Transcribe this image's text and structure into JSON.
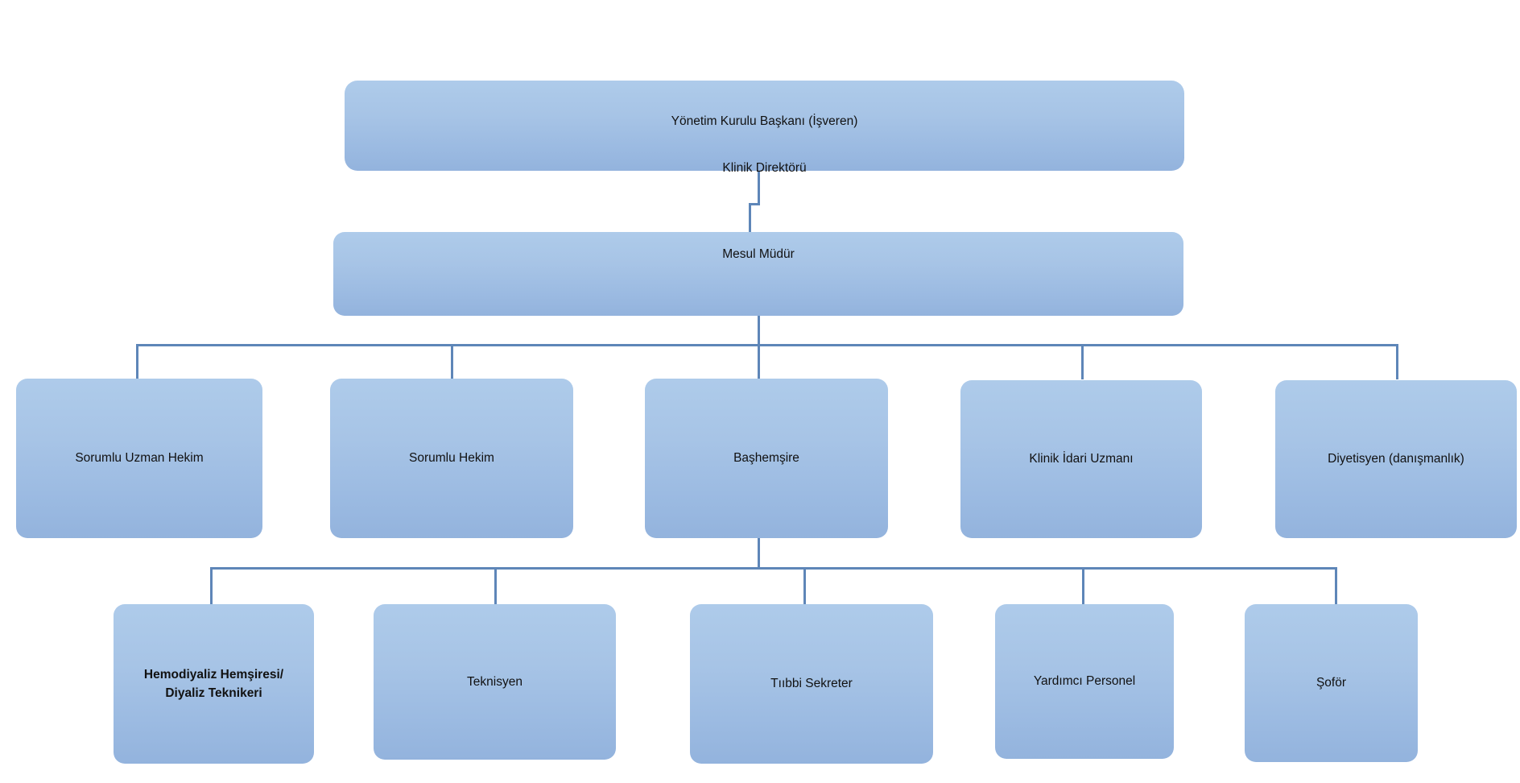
{
  "chart_data": {
    "type": "diagram",
    "title": "Klinik Organizasyon Şeması",
    "diagram_kind": "organizational-chart",
    "orientation": "top-down",
    "colors": {
      "node_fill_top": "#aecbea",
      "node_fill_bottom": "#93b3dd",
      "connector": "#5e86b8",
      "text": "#111111",
      "background": "#ffffff"
    },
    "levels": [
      {
        "level": 1,
        "nodes": [
          "board-chair"
        ]
      },
      {
        "level": 2,
        "nodes": [
          "responsible-manager"
        ]
      },
      {
        "level": 3,
        "nodes": [
          "responsible-specialist-physician",
          "responsible-physician",
          "head-nurse",
          "clinical-administrative-specialist",
          "dietitian"
        ]
      },
      {
        "level": 4,
        "nodes": [
          "hemodialysis-nurse",
          "technician",
          "medical-secretary",
          "auxiliary-staff",
          "driver"
        ]
      }
    ],
    "edges": [
      {
        "from": "board-chair",
        "to": "responsible-manager"
      },
      {
        "from": "responsible-manager",
        "to": "responsible-specialist-physician"
      },
      {
        "from": "responsible-manager",
        "to": "responsible-physician"
      },
      {
        "from": "responsible-manager",
        "to": "head-nurse"
      },
      {
        "from": "responsible-manager",
        "to": "clinical-administrative-specialist"
      },
      {
        "from": "responsible-manager",
        "to": "dietitian"
      },
      {
        "from": "head-nurse",
        "to": "hemodialysis-nurse"
      },
      {
        "from": "head-nurse",
        "to": "technician"
      },
      {
        "from": "head-nurse",
        "to": "medical-secretary"
      },
      {
        "from": "head-nurse",
        "to": "auxiliary-staff"
      },
      {
        "from": "head-nurse",
        "to": "driver"
      }
    ]
  },
  "nodes": {
    "board_chair": {
      "line1": "Yönetim Kurulu Başkanı (İşveren)",
      "line2": "Klinik Direktörü"
    },
    "responsible_manager": {
      "label": "Mesul Müdür"
    },
    "level3": [
      {
        "id": "responsible-specialist-physician",
        "label": "Sorumlu Uzman Hekim"
      },
      {
        "id": "responsible-physician",
        "label": "Sorumlu Hekim"
      },
      {
        "id": "head-nurse",
        "label": "Başhemşire"
      },
      {
        "id": "clinical-administrative-specialist",
        "label": "Klinik İdari Uzmanı"
      },
      {
        "id": "dietitian",
        "label": "Diyetisyen (danışmanlık)"
      }
    ],
    "level4": [
      {
        "id": "hemodialysis-nurse",
        "label": "Hemodiyaliz Hemşiresi/\nDiyaliz Teknikeri",
        "bold": true
      },
      {
        "id": "technician",
        "label": "Teknisyen",
        "bold": false
      },
      {
        "id": "medical-secretary",
        "label": "Tııbbi Sekreter",
        "bold": false
      },
      {
        "id": "auxiliary-staff",
        "label": "Yardımcı Personel",
        "bold": false
      },
      {
        "id": "driver",
        "label": "Şoför",
        "bold": false
      }
    ]
  }
}
